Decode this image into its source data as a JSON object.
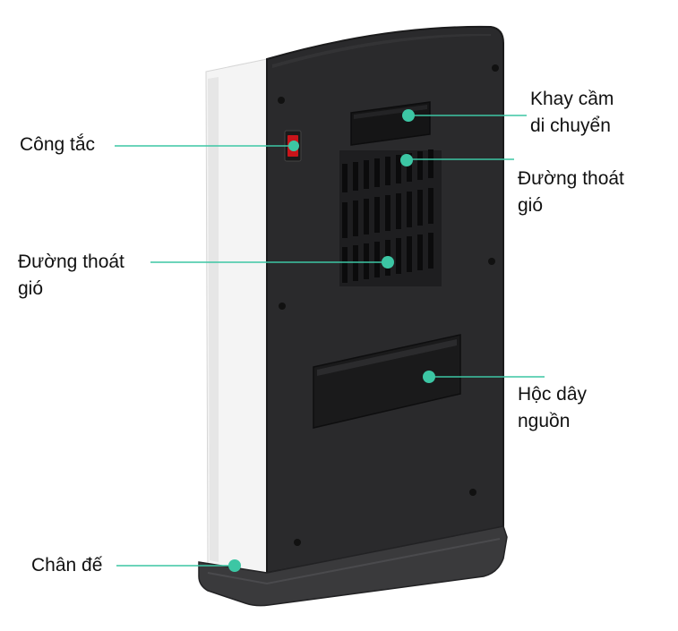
{
  "image": {
    "subject": "heater-back-view",
    "colors": {
      "body_dark": "#2a2a2c",
      "body_edge": "#1b1b1c",
      "side_white": "#f4f4f4",
      "base_dark": "#3a3a3c",
      "switch_red": "#c8141a",
      "callout": "#3cc6a4"
    }
  },
  "callouts": {
    "switch": {
      "lines": [
        "Công tắc"
      ]
    },
    "handle": {
      "lines": [
        "Khay cầm",
        "di chuyển"
      ]
    },
    "vent_right": {
      "lines": [
        "Đường thoát",
        "gió"
      ]
    },
    "vent_left": {
      "lines": [
        "Đường thoát",
        "gió"
      ]
    },
    "cord_box": {
      "lines": [
        "Hộc dây",
        "nguồn"
      ]
    },
    "base": {
      "lines": [
        "Chân đế"
      ]
    }
  }
}
